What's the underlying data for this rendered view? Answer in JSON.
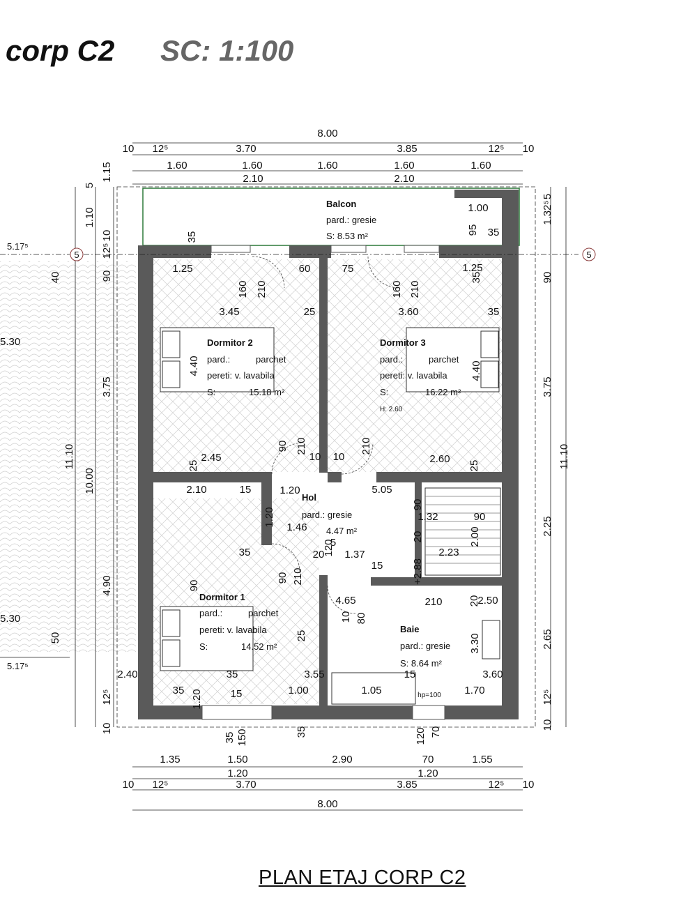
{
  "header": {
    "title": "corp C2",
    "scale": "SC: 1:100"
  },
  "caption": "PLAN ETAJ CORP C2",
  "axis": {
    "marker": "5",
    "left_offset": "5.17⁵"
  },
  "rooms": {
    "balcon": {
      "name": "Balcon",
      "floor": "pard.: gresie",
      "area": "S:   8.53 m²"
    },
    "dormitor2": {
      "name": "Dormitor 2",
      "floor_label": "pard.:",
      "floor_value": "parchet",
      "walls": "pereti: v. lavabila",
      "area_label": "S:",
      "area_value": "15.18 m²"
    },
    "dormitor3": {
      "name": "Dormitor 3",
      "floor_label": "pard.:",
      "floor_value": "parchet",
      "walls": "pereti: v. lavabila",
      "area_label": "S:",
      "area_value": "16.22 m²",
      "height": "H:  2.60"
    },
    "hol": {
      "name": "Hol",
      "floor": "pard.: gresie",
      "area": "4.47 m²"
    },
    "dormitor1": {
      "name": "Dormitor 1",
      "floor_label": "pard.:",
      "floor_value": "parchet",
      "walls": "pereti: v. lavabila",
      "area_label": "S:",
      "area_value": "14.52 m²"
    },
    "baie": {
      "name": "Baie",
      "floor": "pard.: gresie",
      "area": "S:   8.64 m²"
    }
  },
  "dims": {
    "top_total": "8.00",
    "top_row2": [
      "10",
      "12⁵",
      "3.70",
      "3.85",
      "12⁵",
      "10"
    ],
    "top_row3": [
      "1.60",
      "1.60",
      "1.60",
      "1.60",
      "1.60"
    ],
    "top_row4": [
      "2.10",
      "2.10"
    ],
    "bottom_row1": [
      "1.35",
      "1.50",
      "2.90",
      "70",
      "1.55"
    ],
    "bottom_row1b": [
      "1.20",
      "1.20"
    ],
    "bottom_row2": [
      "10",
      "12⁵",
      "3.70",
      "3.85",
      "12⁵",
      "10"
    ],
    "bottom_total": "8.00",
    "right_outer": "11.10",
    "right_inner": [
      "1.32⁵",
      "90",
      "3.75",
      "2.25",
      "2.65",
      "12⁵",
      "10",
      "5"
    ],
    "left_total_a": "11.10",
    "left_total_b": "10.00",
    "left_inner": [
      "1.15",
      "5",
      "1.10",
      "10",
      "12⁵",
      "90",
      "3.75",
      "4.90",
      "12⁵",
      "10"
    ],
    "left_misc": [
      "40",
      "50",
      "5.30",
      "5.30"
    ],
    "interior": [
      "35",
      "1.00",
      "95",
      "35",
      "1.25",
      "60",
      "75",
      "1.25",
      "35",
      "160",
      "210",
      "160",
      "210",
      "3.45",
      "25",
      "3.60",
      "35",
      "4.40",
      "4.40",
      "90",
      "210",
      "10",
      "10",
      "210",
      "2.45",
      "25",
      "2.60",
      "25",
      "2.10",
      "15",
      "1.20",
      "5.05",
      "1.20",
      "90",
      "1.32",
      "90",
      "1.46",
      "20",
      "2.00",
      "5",
      "35",
      "20",
      "1.37",
      "2.23",
      "90",
      "210",
      "15",
      "+2.88",
      "90",
      "4.65",
      "10",
      "80",
      "210",
      "2.50",
      "20",
      "25",
      "3.30",
      "2.40",
      "35",
      "3.55",
      "15",
      "3.60",
      "35",
      "1.00",
      "1.05",
      "1.70",
      "1.20",
      "35",
      "35",
      "150",
      "120",
      "70",
      "120",
      "15",
      "hp=100",
      "hp=100"
    ]
  },
  "colors": {
    "wall": "#5a5a5a",
    "line": "#222222",
    "balcony": "#2d7a3a",
    "axis": "#8a3a3a"
  }
}
